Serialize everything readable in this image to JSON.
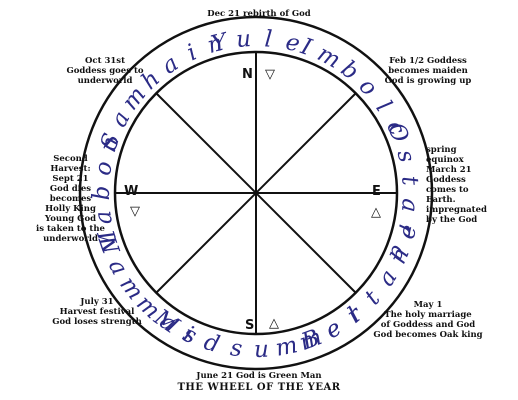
{
  "title": "THE WHEEL OF THE YEAR",
  "colors": {
    "ring_text": "#2b2b86",
    "line": "#111111"
  },
  "sabbats": [
    {
      "name": "Yule",
      "angle": 0
    },
    {
      "name": "Imbolc",
      "angle": 42
    },
    {
      "name": "Ostara",
      "angle": 90
    },
    {
      "name": "Beltane",
      "angle": 132
    },
    {
      "name": "Midsummer",
      "angle": 178
    },
    {
      "name": "Lammas",
      "angle": 228
    },
    {
      "name": "Mabon",
      "angle": 270
    },
    {
      "name": "Samhain",
      "angle": 317
    }
  ],
  "directions": [
    {
      "letter": "N",
      "symbol": "▽"
    },
    {
      "letter": "E",
      "symbol": "△"
    },
    {
      "letter": "S",
      "symbol": "△"
    },
    {
      "letter": "W",
      "symbol": "▽"
    }
  ],
  "notes": {
    "top": [
      "Dec 21 rebirth of God"
    ],
    "top_right": [
      "Feb 1/2 Goddess",
      "becomes maiden",
      "God is growing up"
    ],
    "right": [
      "spring",
      "equinox",
      "March 21",
      "Goddess",
      "comes to",
      "Earth.",
      "impregnated",
      "by the God"
    ],
    "bottom_right": [
      "May 1",
      "The holy marriage",
      "of Goddess and God",
      "God becomes Oak king"
    ],
    "bottom": [
      "June 21 God is Green Man"
    ],
    "bottom_left": [
      "July 31",
      "Harvest festival",
      "God loses strength"
    ],
    "left": [
      "Second",
      "Harvest:",
      "Sept 21",
      "God dies",
      "becomes",
      "Holly King",
      "Young God",
      "is taken to the",
      "underworld"
    ],
    "top_left": [
      "Oct 31st",
      "Goddess goes to",
      "underworld"
    ]
  }
}
